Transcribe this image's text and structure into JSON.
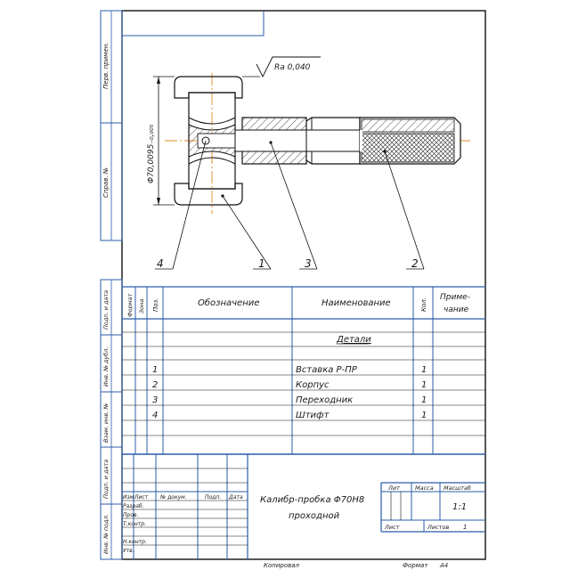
{
  "drawing": {
    "roughness_label": "Ra 0,040",
    "diameter_label": "Φ70,0095₋₀,₀₀₅",
    "callouts": [
      "4",
      "1",
      "3",
      "2"
    ]
  },
  "left_strip": {
    "top_upper": "Перв. примен.",
    "top_lower": "Справ. №",
    "labels": [
      "Подп. и дата",
      "Инв. № дубл.",
      "Взам. инв. №",
      "Подп. и дата",
      "Инв. № подл."
    ]
  },
  "spec": {
    "headers": {
      "format": "Формат",
      "zone": "Зона",
      "pos": "Поз.",
      "designation": "Обозначение",
      "name": "Наименование",
      "qty": "Кол.",
      "note_line1": "Приме-",
      "note_line2": "чание"
    },
    "section_title": "Детали",
    "rows": [
      {
        "pos": "1",
        "name": "Вставка Р-ПР",
        "qty": "1"
      },
      {
        "pos": "2",
        "name": "Корпус",
        "qty": "1"
      },
      {
        "pos": "3",
        "name": "Переходник",
        "qty": "1"
      },
      {
        "pos": "4",
        "name": "Штифт",
        "qty": "1"
      }
    ]
  },
  "title_block": {
    "stamp_headers": [
      "Изм",
      "Лист",
      "№ докум.",
      "Подп.",
      "Дата"
    ],
    "roles": [
      "Разраб.",
      "Пров.",
      "Т.контр.",
      "",
      "Н.контр.",
      "Утв."
    ],
    "title_line1": "Калибр-пробка Φ70Н8",
    "title_line2": "проходной",
    "lit_label": "Лит",
    "mass_label": "Масса",
    "scale_label": "Масштаб",
    "scale_value": "1:1",
    "sheet_label": "Лист",
    "sheets_label": "Листов",
    "sheets_value": "1"
  },
  "footer": {
    "copied": "Копировал",
    "format_label": "Формат",
    "format_value": "A4"
  }
}
